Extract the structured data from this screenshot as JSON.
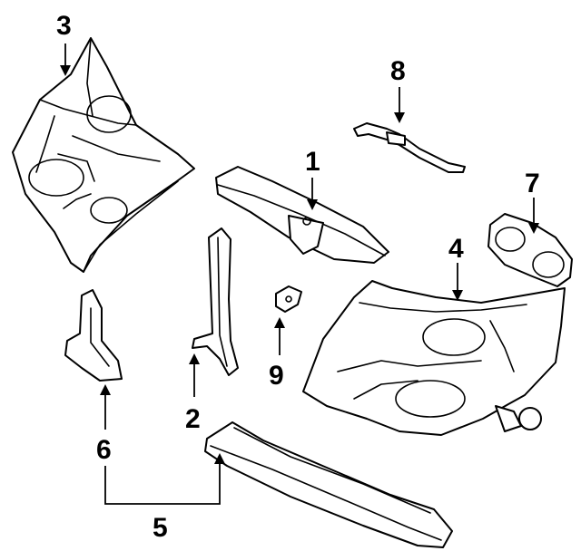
{
  "diagram": {
    "callouts": [
      {
        "id": "1",
        "label": "1"
      },
      {
        "id": "2",
        "label": "2"
      },
      {
        "id": "3",
        "label": "3"
      },
      {
        "id": "4",
        "label": "4"
      },
      {
        "id": "5",
        "label": "5"
      },
      {
        "id": "6",
        "label": "6"
      },
      {
        "id": "7",
        "label": "7"
      },
      {
        "id": "8",
        "label": "8"
      },
      {
        "id": "9",
        "label": "9"
      }
    ],
    "colors": {
      "line": "#000000",
      "background": "#ffffff"
    }
  }
}
